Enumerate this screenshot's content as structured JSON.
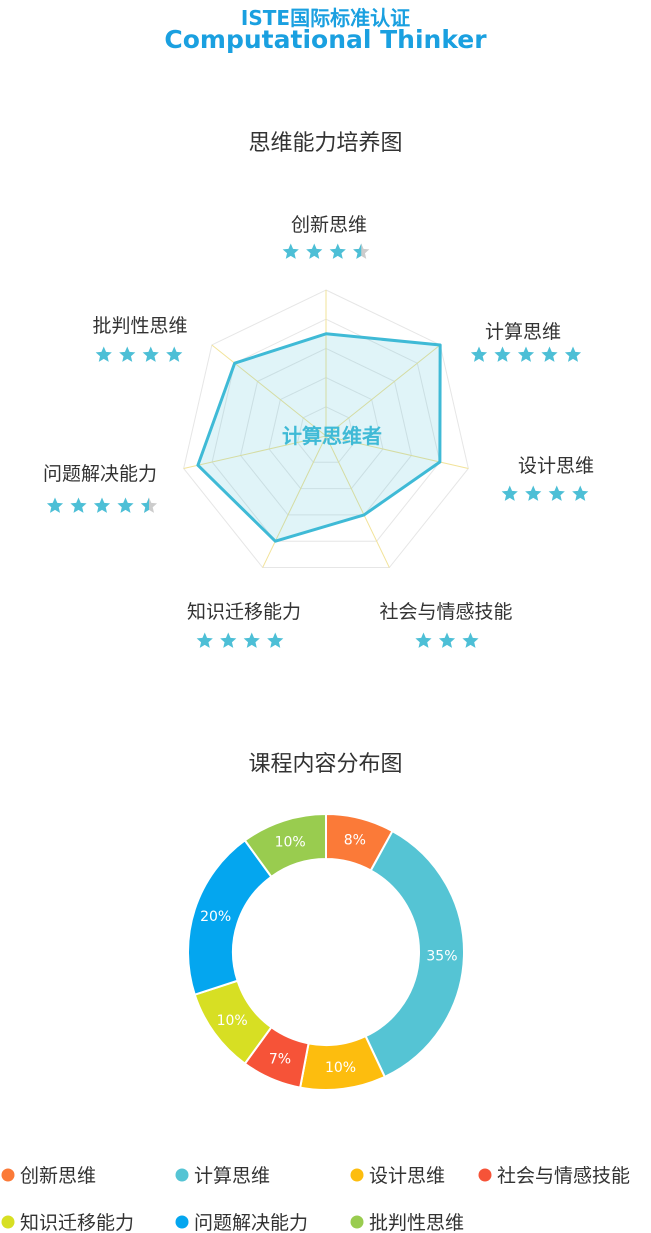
{
  "header": {
    "line1": "ISTE国际标准认证",
    "line2": "Computational Thinker"
  },
  "chart_data": [
    {
      "type": "radar",
      "title": "思维能力培养图",
      "center_label": "计算思维者",
      "max_rating": 5,
      "axes": [
        {
          "name": "创新思维",
          "rating": 3.5
        },
        {
          "name": "计算思维",
          "rating": 5
        },
        {
          "name": "设计思维",
          "rating": 4
        },
        {
          "name": "社会与情感技能",
          "rating": 3
        },
        {
          "name": "知识迁移能力",
          "rating": 4
        },
        {
          "name": "问题解决能力",
          "rating": 4.5
        },
        {
          "name": "批判性思维",
          "rating": 4
        }
      ],
      "grid_levels": 5,
      "colors": {
        "line": "#3fbad6",
        "fill": "#3fbad6",
        "star": "#4dbfd6",
        "star_empty": "#cccccc",
        "grid": "#e6e6e6",
        "spoke": "#f2e39a"
      }
    },
    {
      "type": "pie",
      "title": "课程内容分布图",
      "donut": true,
      "slices": [
        {
          "name": "创新思维",
          "value": 8,
          "label": "8%",
          "color": "#fb7a38"
        },
        {
          "name": "计算思维",
          "value": 35,
          "label": "35%",
          "color": "#55c4d4"
        },
        {
          "name": "设计思维",
          "value": 10,
          "label": "10%",
          "color": "#fdbd0e"
        },
        {
          "name": "社会与情感技能",
          "value": 7,
          "label": "7%",
          "color": "#f65338"
        },
        {
          "name": "知识迁移能力",
          "value": 10,
          "label": "10%",
          "color": "#d7df23"
        },
        {
          "name": "问题解决能力",
          "value": 20,
          "label": "20%",
          "color": "#04a6ef"
        },
        {
          "name": "批判性思维",
          "value": 10,
          "label": "10%",
          "color": "#99cc4f"
        }
      ],
      "legend_position": "bottom"
    }
  ]
}
